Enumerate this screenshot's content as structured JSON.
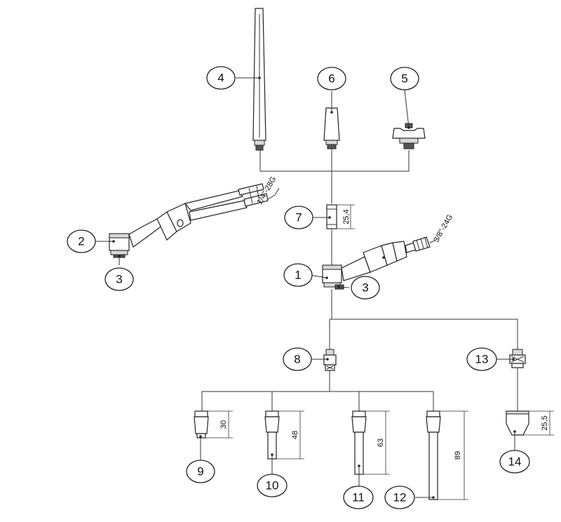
{
  "callouts": {
    "c1": "1",
    "c2": "2",
    "c3a": "3",
    "c3b": "3",
    "c4": "4",
    "c5": "5",
    "c6": "6",
    "c7": "7",
    "c8": "8",
    "c9": "9",
    "c10": "10",
    "c11": "11",
    "c12": "12",
    "c13": "13",
    "c14": "14"
  },
  "dimensions": {
    "d7": "25,4",
    "d9": "30",
    "d10": "48",
    "d11": "63",
    "d12": "89",
    "d14": "25,5"
  },
  "threads": {
    "left_handpiece": "1/4\"-28G",
    "right_handpiece": "3/8\"-24G"
  }
}
